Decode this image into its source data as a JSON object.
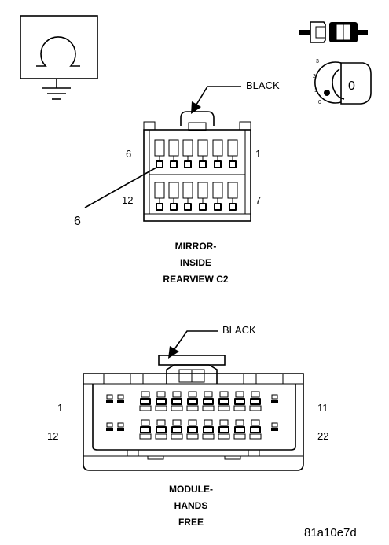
{
  "connector_c2": {
    "lock_color_label": "BLACK",
    "pin_left_top": "6",
    "pin_right_top": "1",
    "pin_left_bottom": "12",
    "pin_right_bottom": "7",
    "callout_pin": "6",
    "name_line1": "MIRROR-",
    "name_line2": "INSIDE",
    "name_line3": "REARVIEW C2"
  },
  "connector_module": {
    "lock_color_label": "BLACK",
    "pin_left_top": "1",
    "pin_right_top": "11",
    "pin_left_bottom": "12",
    "pin_right_bottom": "22",
    "name_line1": "MODULE-",
    "name_line2": "HANDS",
    "name_line3": "FREE"
  },
  "ignition_key": {
    "position_3": "3",
    "position_2": "2",
    "position_1": "1",
    "position_0": "0",
    "key_face": "0"
  },
  "figure_code": "81a10e7d",
  "icons": [
    "ohm-ground-icon",
    "connector-icon",
    "ignition-key-icon"
  ]
}
